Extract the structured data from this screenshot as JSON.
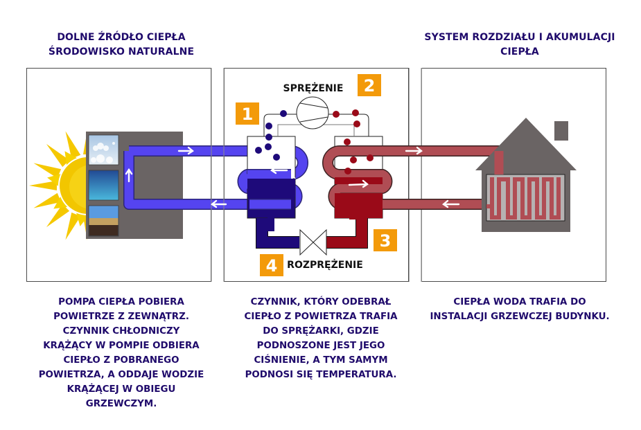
{
  "left": {
    "heading_lines": [
      "DOLNE ŹRÓDŁO CIEPŁA",
      "ŚRODOWISKO NATURALNE"
    ],
    "description_lines": [
      "POMPA CIEPŁA POBIERA",
      "POWIETRZE Z ZEWNĄTRZ.",
      "CZYNNIK CHŁODNICZY",
      "KRĄŻĄCY W POMPIE ODBIERA",
      "CIEPŁO Z POBRANEGO",
      "POWIETRZA, A ODDAJE WODZIE",
      "KRĄŻĄCEJ W OBIEGU",
      "GRZEWCZYM."
    ]
  },
  "middle": {
    "compression_label": "SPRĘŻENIE",
    "expansion_label": "ROZPRĘŻENIE",
    "steps": [
      "1",
      "2",
      "3",
      "4"
    ],
    "description_lines": [
      "CZYNNIK, KTÓRY ODEBRAŁ",
      "CIEPŁO Z POWIETRZA TRAFIA",
      "DO SPRĘŻARKI, GDZIE",
      "PODNOSZONE JEST JEGO",
      "CIŚNIENIE, A TYM SAMYM",
      "PODNOSI SIĘ TEMPERATURA."
    ]
  },
  "right": {
    "heading_lines": [
      "SYSTEM ROZDZIAŁU I AKUMULACJI",
      "CIEPŁA"
    ],
    "description_lines": [
      "CIEPŁA WODA TRAFIA DO",
      "INSTALACJI GRZEWCZEJ BUDYNKU."
    ]
  },
  "colors": {
    "text": "#1f0a6b",
    "step_badge": "#f39a0a",
    "cold_pipe": "#5544f0",
    "cold_refrigerant": "#1e0a7a",
    "hot_pipe": "#b04d54",
    "hot_refrigerant": "#9a0a18",
    "house": "#6a6464",
    "sun": "#f5c800"
  }
}
